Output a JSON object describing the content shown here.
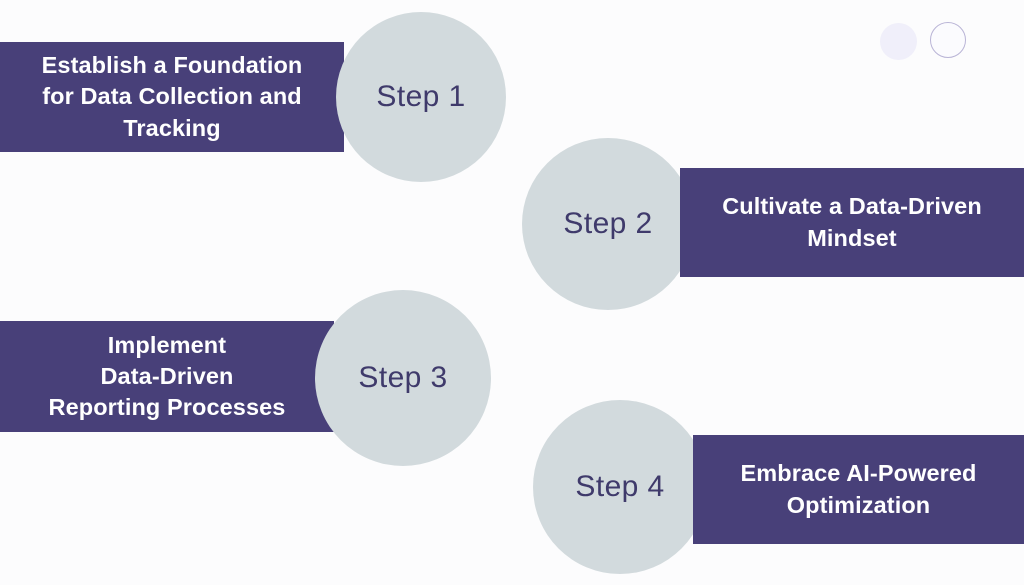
{
  "theme": {
    "background": "#fcfcfd",
    "bar_color": "#484079",
    "circle_color": "#d2dadd",
    "bar_text_color": "#ffffff",
    "circle_text_color": "#3f3a6b",
    "deco_filled_color": "#f0effa",
    "deco_outline_color": "#b9b4d6"
  },
  "decorations": [
    {
      "name": "filled-circle",
      "style": "filled"
    },
    {
      "name": "outline-circle",
      "style": "outline"
    }
  ],
  "steps": [
    {
      "badge": "Step 1",
      "title": "Establish a Foundation\nfor Data Collection and\nTracking",
      "orientation": "bar-left"
    },
    {
      "badge": "Step 2",
      "title": "Cultivate a Data-Driven\nMindset",
      "orientation": "bar-right"
    },
    {
      "badge": "Step 3",
      "title": "Implement\nData-Driven\nReporting Processes",
      "orientation": "bar-left"
    },
    {
      "badge": "Step 4",
      "title": "Embrace AI-Powered\nOptimization",
      "orientation": "bar-right"
    }
  ]
}
